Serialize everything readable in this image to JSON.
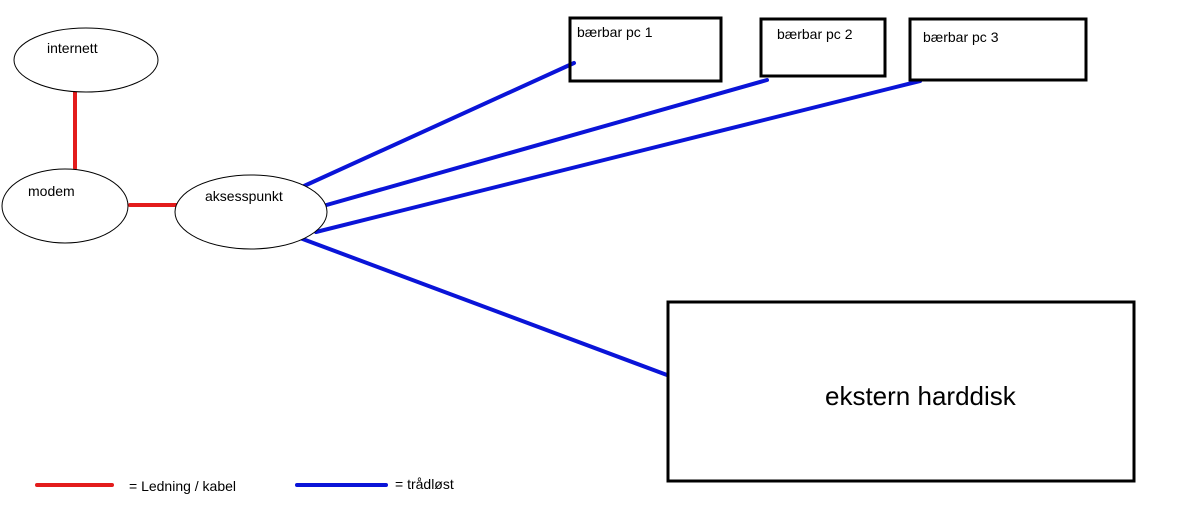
{
  "nodes": {
    "internet": {
      "label": "internett"
    },
    "modem": {
      "label": "modem"
    },
    "access_point": {
      "label": "aksesspunkt"
    },
    "laptop_1": {
      "label": "bærbar pc 1"
    },
    "laptop_2": {
      "label": "bærbar pc 2"
    },
    "laptop_3": {
      "label": "bærbar pc 3"
    },
    "external_disk": {
      "label": "ekstern harddisk"
    }
  },
  "connections": [
    {
      "from": "internet",
      "to": "modem",
      "type": "wired"
    },
    {
      "from": "modem",
      "to": "access_point",
      "type": "wired"
    },
    {
      "from": "access_point",
      "to": "laptop_1",
      "type": "wireless"
    },
    {
      "from": "access_point",
      "to": "laptop_2",
      "type": "wireless"
    },
    {
      "from": "access_point",
      "to": "laptop_3",
      "type": "wireless"
    },
    {
      "from": "access_point",
      "to": "external_disk",
      "type": "wireless"
    }
  ],
  "legend": {
    "wired": {
      "label": "= Ledning / kabel",
      "color": "#e31c1c"
    },
    "wireless": {
      "label": "= trådløst",
      "color": "#0a14d8"
    }
  }
}
